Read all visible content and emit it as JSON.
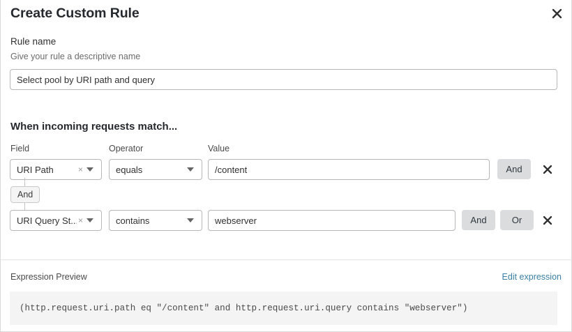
{
  "dialog": {
    "title": "Create Custom Rule",
    "close_icon": "close-icon"
  },
  "rule_name": {
    "label": "Rule name",
    "help": "Give your rule a descriptive name",
    "value": "Select pool by URI path and query",
    "placeholder": "Rule name"
  },
  "match": {
    "heading": "When incoming requests match...",
    "columns": {
      "field": "Field",
      "operator": "Operator",
      "value": "Value"
    },
    "connector_label": "And",
    "rows": [
      {
        "field": "URI Path",
        "clear_icon": "×",
        "operator": "equals",
        "value": "/content",
        "value_placeholder": "Value",
        "buttons": [
          "And"
        ],
        "delete_icon": "close-icon"
      },
      {
        "field": "URI Query St...",
        "clear_icon": "×",
        "operator": "contains",
        "value": "webserver",
        "value_placeholder": "Value",
        "buttons": [
          "And",
          "Or"
        ],
        "delete_icon": "close-icon"
      }
    ]
  },
  "expression": {
    "label": "Expression Preview",
    "edit_link": "Edit expression",
    "code": "(http.request.uri.path eq \"/content\" and http.request.uri.query contains \"webserver\")"
  },
  "colors": {
    "link": "#3b7fa6",
    "logic_button_bg": "#dadcde",
    "code_bg": "#f4f4f4",
    "border": "#b7b7b7"
  }
}
